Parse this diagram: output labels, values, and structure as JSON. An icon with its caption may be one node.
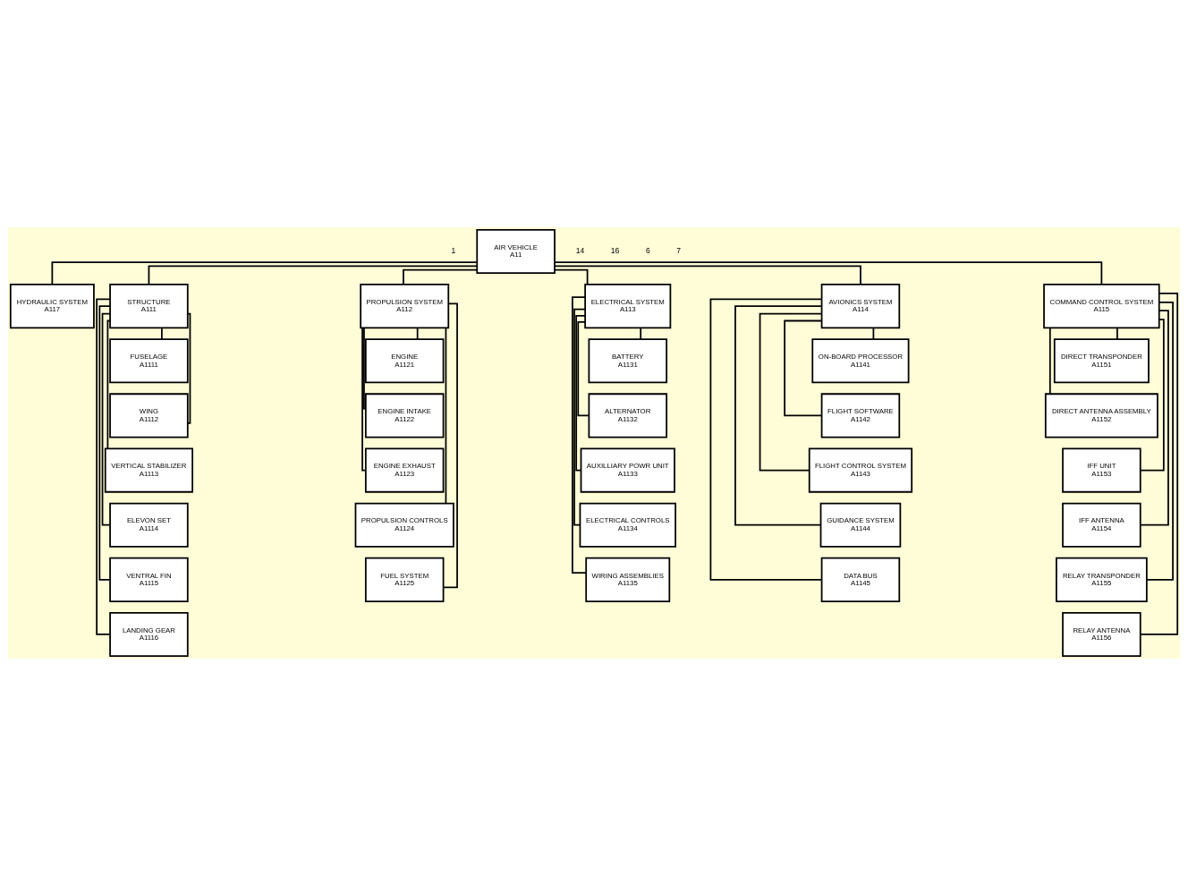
{
  "diagram": {
    "nodes": [
      {
        "text": [
          "AIR VEHICLE",
          "A11"
        ]
      },
      {
        "text": [
          "HYDRAULIC SYSTEM",
          "A117"
        ]
      },
      {
        "text": [
          "STRUCTURE",
          "A111"
        ]
      },
      {
        "text": [
          "PROPULSION SYSTEM",
          "A112"
        ]
      },
      {
        "text": [
          "ELECTRICAL SYSTEM",
          "A113"
        ]
      },
      {
        "text": [
          "AVIONICS SYSTEM",
          "A114"
        ]
      },
      {
        "text": [
          "COMMAND CONTROL SYSTEM",
          "A115"
        ]
      },
      {
        "text": [
          "FUSELAGE",
          "A1111"
        ]
      },
      {
        "text": [
          "WING",
          "A1112"
        ]
      },
      {
        "text": [
          "VERTICAL STABILIZER",
          "A1113"
        ]
      },
      {
        "text": [
          "ELEVON SET",
          "A1114"
        ]
      },
      {
        "text": [
          "VENTRAL FIN",
          "A1115"
        ]
      },
      {
        "text": [
          "LANDING GEAR",
          "A1116"
        ]
      },
      {
        "text": [
          "ENGINE",
          "A1121"
        ]
      },
      {
        "text": [
          "ENGINE INTAKE",
          "A1122"
        ]
      },
      {
        "text": [
          "ENGINE EXHAUST",
          "A1123"
        ]
      },
      {
        "text": [
          "PROPULSION CONTROLS",
          "A1124"
        ]
      },
      {
        "text": [
          "FUEL SYSTEM",
          "A1125"
        ]
      },
      {
        "text": [
          "BATTERY",
          "A1131"
        ]
      },
      {
        "text": [
          "ALTERNATOR",
          "A1132"
        ]
      },
      {
        "text": [
          "AUXILLIARY POWR UNIT",
          "A1133"
        ]
      },
      {
        "text": [
          "ELECTRICAL CONTROLS",
          "A1134"
        ]
      },
      {
        "text": [
          "WIRING ASSEMBLIES",
          "A1135"
        ]
      },
      {
        "text": [
          "ON-BOARD PROCESSOR",
          "A1141"
        ]
      },
      {
        "text": [
          "FLIGHT SOFTWARE",
          "A1142"
        ]
      },
      {
        "text": [
          "FLIGHT CONTROL SYSTEM",
          "A1143"
        ]
      },
      {
        "text": [
          "GUIDANCE SYSTEM",
          "A1144"
        ]
      },
      {
        "text": [
          "DATA BUS",
          "A1145"
        ]
      },
      {
        "text": [
          "DIRECT TRANSPONDER",
          "A1151"
        ]
      },
      {
        "text": [
          "DIRECT ANTENNA ASSEMBLY",
          "A1152"
        ]
      },
      {
        "text": [
          "IFF UNIT",
          "A1153"
        ]
      },
      {
        "text": [
          "IFF ANTENNA",
          "A1154"
        ]
      },
      {
        "text": [
          "RELAY TRANSPONDER",
          "A1155"
        ]
      },
      {
        "text": [
          "RELAY ANTENNA",
          "A1156"
        ]
      }
    ],
    "edges": [
      {
        "from": 0,
        "to": 1,
        "arrow": "none"
      },
      {
        "from": 0,
        "to": 2,
        "arrow": "none"
      },
      {
        "from": 0,
        "to": 3,
        "arrow": "none"
      },
      {
        "from": 0,
        "to": 4,
        "arrow": "none"
      },
      {
        "from": 0,
        "to": 5,
        "arrow": "none"
      },
      {
        "from": 0,
        "to": 6,
        "arrow": "none"
      },
      {
        "from": 2,
        "to": 7,
        "arrow": "none"
      },
      {
        "from": 2,
        "to": 8,
        "arrow": "none"
      },
      {
        "from": 2,
        "to": 9,
        "arrow": "none"
      },
      {
        "from": 2,
        "to": 10,
        "arrow": "none"
      },
      {
        "from": 2,
        "to": 11,
        "arrow": "none"
      },
      {
        "from": 2,
        "to": 12,
        "arrow": "none"
      },
      {
        "from": 3,
        "to": 13,
        "arrow": "none"
      },
      {
        "from": 3,
        "to": 14,
        "arrow": "none"
      },
      {
        "from": 3,
        "to": 15,
        "arrow": "none"
      },
      {
        "from": 3,
        "to": 16,
        "arrow": "none"
      },
      {
        "from": 3,
        "to": 17,
        "arrow": "none"
      },
      {
        "from": 4,
        "to": 18,
        "arrow": "none"
      },
      {
        "from": 4,
        "to": 19,
        "arrow": "none"
      },
      {
        "from": 4,
        "to": 20,
        "arrow": "none"
      },
      {
        "from": 4,
        "to": 21,
        "arrow": "none"
      },
      {
        "from": 4,
        "to": 22,
        "arrow": "none"
      },
      {
        "from": 5,
        "to": 23,
        "arrow": "none"
      },
      {
        "from": 5,
        "to": 24,
        "arrow": "none"
      },
      {
        "from": 5,
        "to": 25,
        "arrow": "none"
      },
      {
        "from": 5,
        "to": 26,
        "arrow": "none"
      },
      {
        "from": 5,
        "to": 27,
        "arrow": "none"
      },
      {
        "from": 6,
        "to": 28,
        "arrow": "none"
      },
      {
        "from": 6,
        "to": 29,
        "arrow": "none"
      },
      {
        "from": 6,
        "to": 30,
        "arrow": "none"
      },
      {
        "from": 6,
        "to": 31,
        "arrow": "none"
      },
      {
        "from": 6,
        "to": 32,
        "arrow": "none"
      },
      {
        "from": 6,
        "to": 33,
        "arrow": "none"
      }
    ],
    "labels": [
      "1",
      "14",
      "16",
      "6",
      "7"
    ]
  }
}
